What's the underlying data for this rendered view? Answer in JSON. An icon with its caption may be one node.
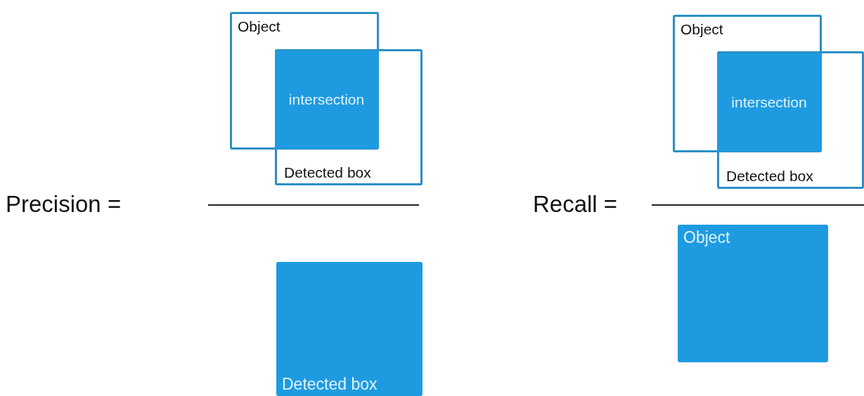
{
  "diagram": {
    "nodes": [
      {
        "text": [
          "Object"
        ]
      },
      {
        "text": [
          "intersection"
        ]
      },
      {
        "text": [
          "Detected box"
        ]
      },
      {
        "text": [
          "Detected box"
        ]
      },
      {
        "text": [
          "Object"
        ]
      },
      {
        "text": [
          "intersection"
        ]
      },
      {
        "text": [
          "Detected box"
        ]
      },
      {
        "text": [
          "Object"
        ]
      }
    ],
    "labels": [
      "Precision =",
      "Recall ="
    ]
  }
}
